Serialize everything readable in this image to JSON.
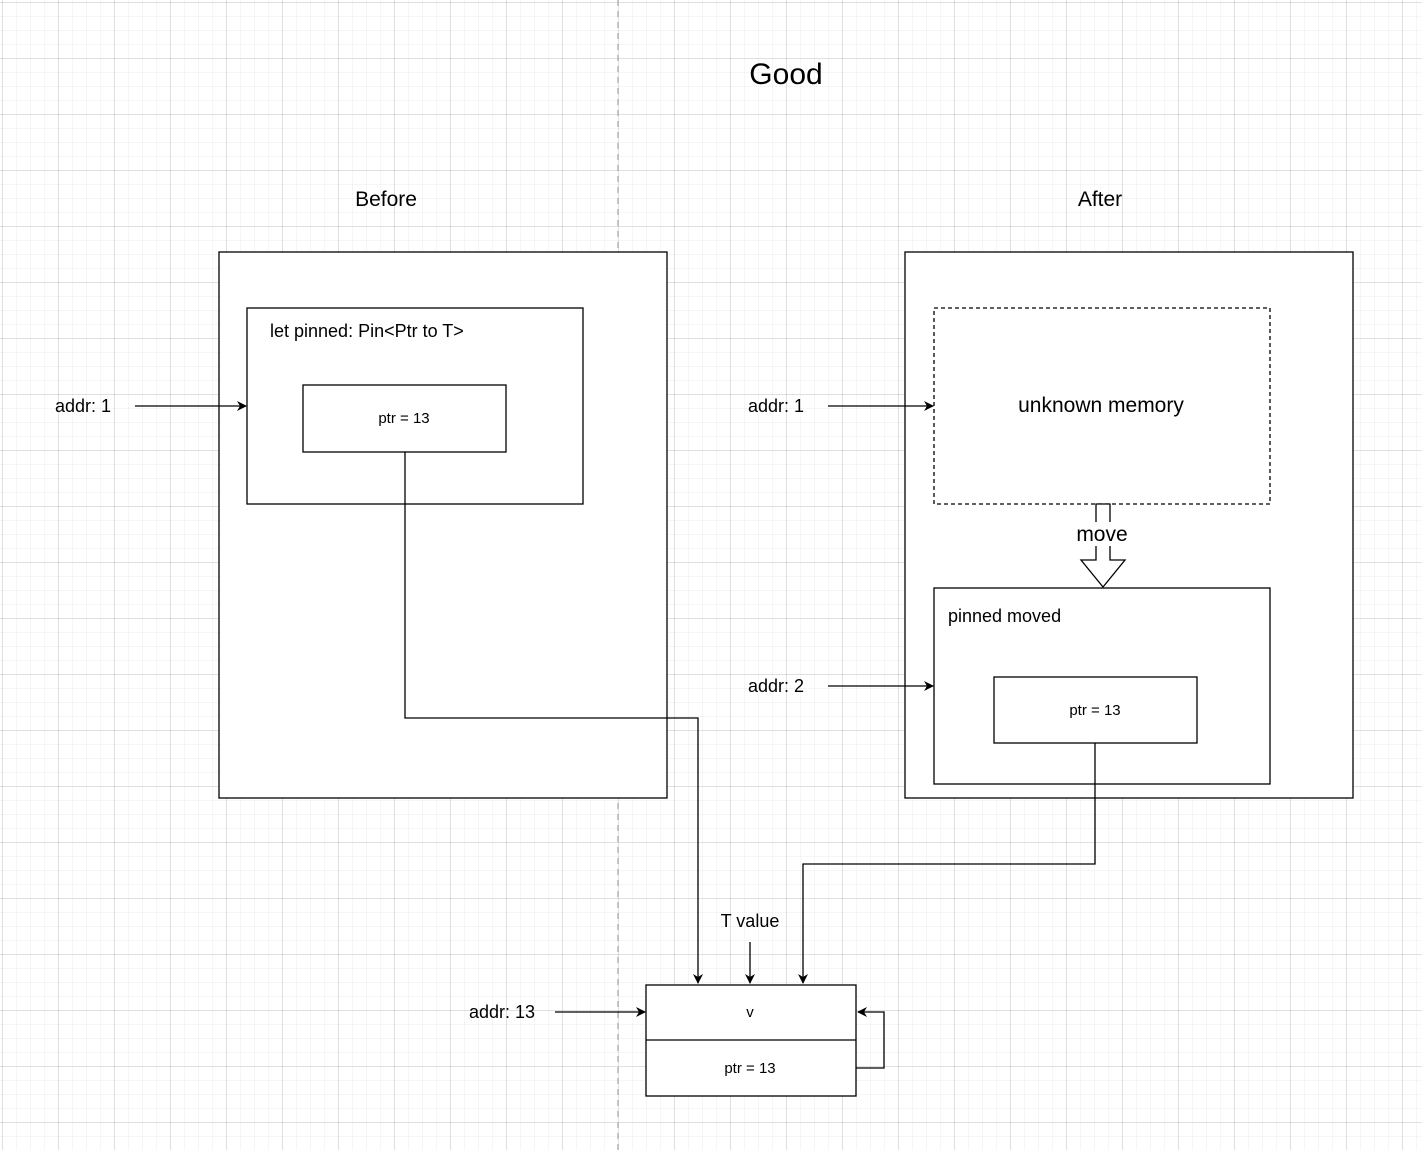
{
  "title": "Good",
  "before": {
    "heading": "Before",
    "addr_label": "addr: 1",
    "struct_label": "let pinned: Pin<Ptr to T>",
    "ptr_label": "ptr = 13"
  },
  "after": {
    "heading": "After",
    "unknown_addr_label": "addr: 1",
    "unknown_label": "unknown memory",
    "move_label": "move",
    "moved_addr_label": "addr: 2",
    "moved_label": "pinned moved",
    "ptr_label": "ptr = 13"
  },
  "value": {
    "heading": "T value",
    "addr_label": "addr: 13",
    "field_v": "v",
    "field_ptr": "ptr = 13"
  }
}
